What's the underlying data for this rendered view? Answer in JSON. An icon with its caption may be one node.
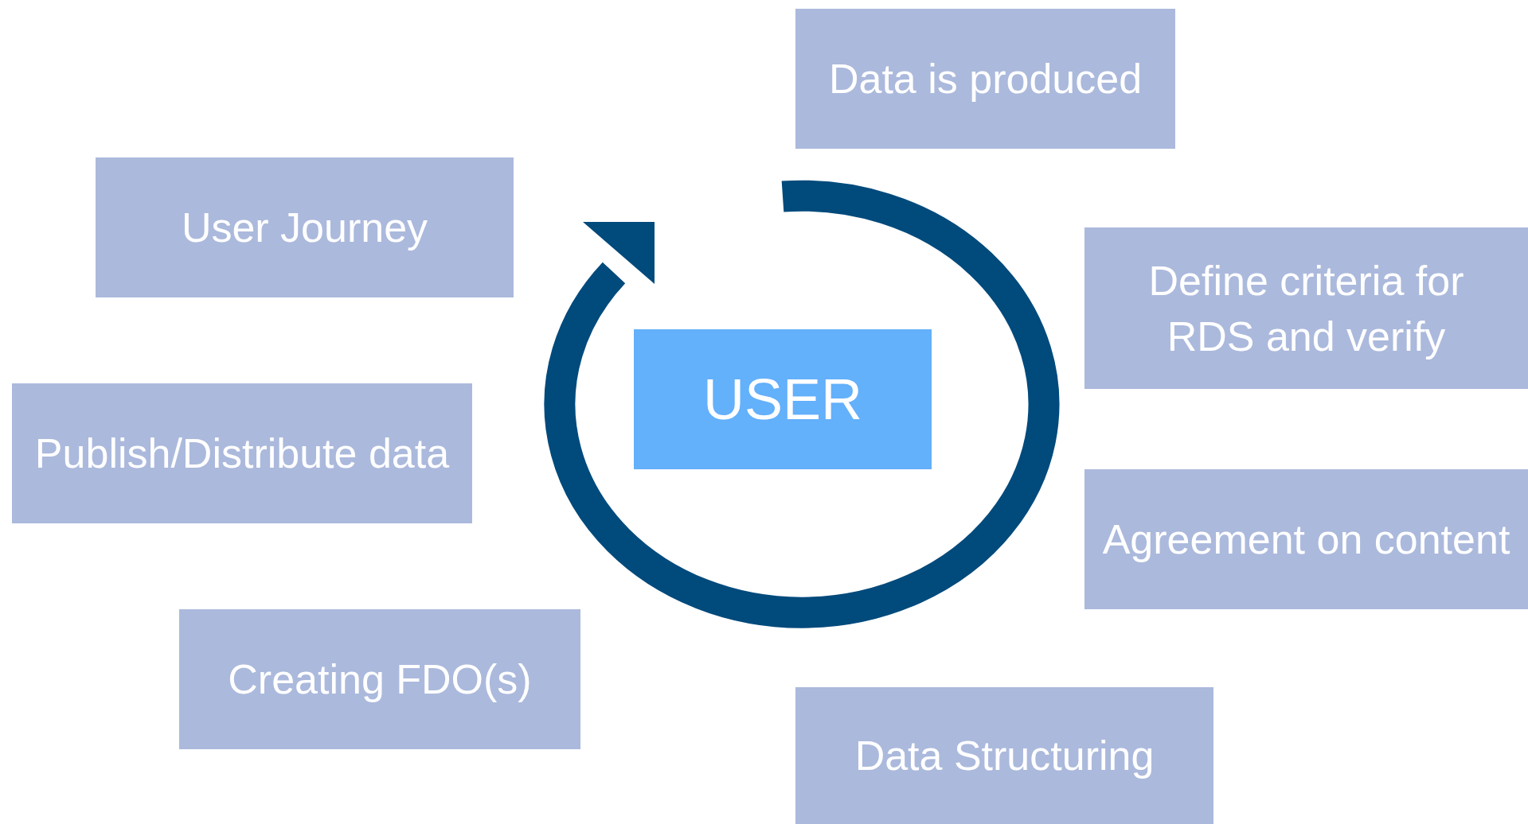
{
  "diagram": {
    "nodes": [
      {
        "text": [
          "Data is produced"
        ]
      },
      {
        "text": [
          "User Journey"
        ]
      },
      {
        "text": [
          "Define criteria for RDS and verify"
        ]
      },
      {
        "text": [
          "USER"
        ]
      },
      {
        "text": [
          "Publish/Distribute data"
        ]
      },
      {
        "text": [
          "Agreement on content"
        ]
      },
      {
        "text": [
          "Creating FDO(s)"
        ]
      },
      {
        "text": [
          "Data Structuring"
        ]
      }
    ]
  }
}
